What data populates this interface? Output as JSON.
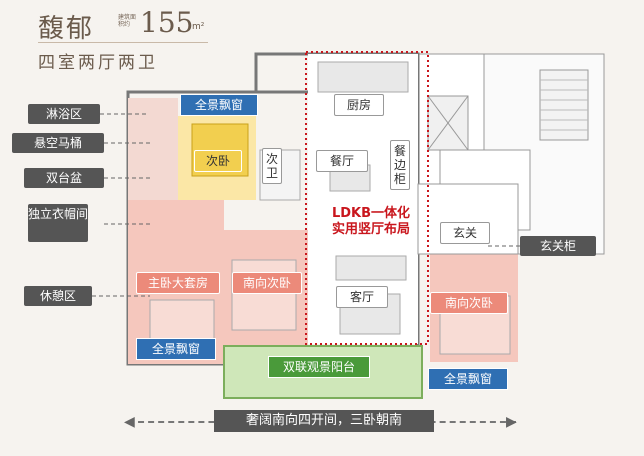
{
  "header": {
    "brand": "馥郁",
    "area_note": "建筑面积约",
    "area_value": "155",
    "area_unit": "m²",
    "layout": "四室两厅两卫"
  },
  "callouts": {
    "shower": "淋浴区",
    "toilet": "悬空马桶",
    "double_basin": "双台盆",
    "walk_in_closet": "独立衣帽间",
    "lounge": "休憩区",
    "foyer_cabinet": "玄关柜"
  },
  "rooms": {
    "kitchen": "厨房",
    "dining": "餐厅",
    "sideboard": "餐边柜",
    "second_bath": "次卫",
    "second_bedroom": "次卧",
    "master_suite": "主卧大套房",
    "south_bedroom": "南向次卧",
    "living": "客厅",
    "foyer": "玄关",
    "south_bedroom_2": "南向次卧"
  },
  "windows": {
    "top": "全景飘窗",
    "left_bottom": "全景飘窗",
    "right_bottom": "全景飘窗"
  },
  "balcony": "双联观景阳台",
  "ldkb_line1": "LDKB一体化",
  "ldkb_line2": "实用竖厅布局",
  "footer": "奢阔南向四开间，三卧朝南"
}
